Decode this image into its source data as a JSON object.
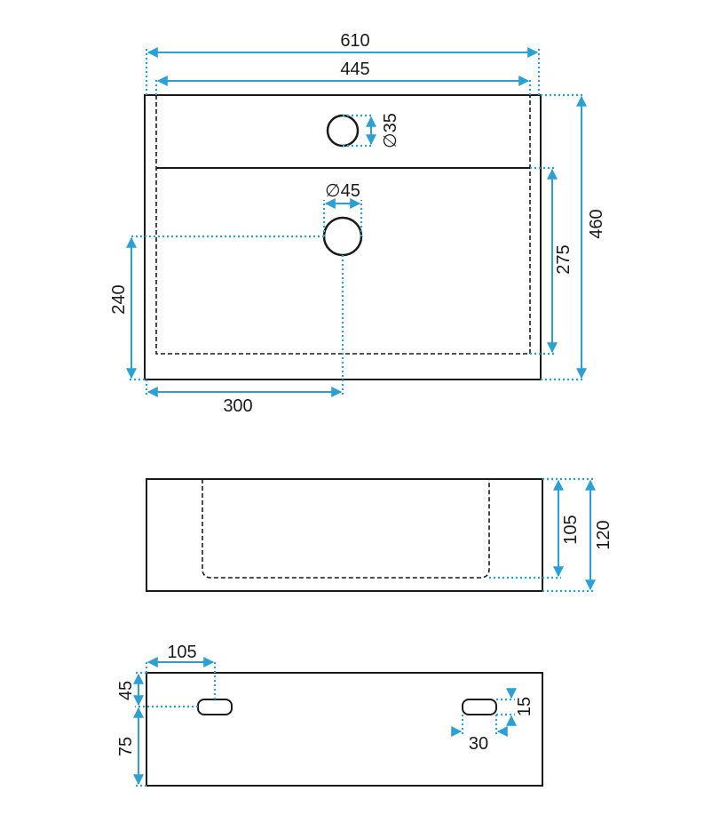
{
  "colors": {
    "dimension": "#2aa0d4",
    "outline": "#1a1a1a",
    "background": "#ffffff"
  },
  "top_view": {
    "overall_width": "610",
    "basin_width": "445",
    "overall_depth": "460",
    "basin_depth": "275",
    "tap_hole_diameter": "35",
    "drain_diameter": "45",
    "drain_from_back": "240",
    "drain_from_side": "300",
    "diameter_symbol": "∅"
  },
  "side_view": {
    "basin_height": "105",
    "overall_height": "120"
  },
  "back_view": {
    "slot_offset_horizontal": "105",
    "slot_offset_top": "45",
    "slot_offset_bottom": "75",
    "slot_height": "15",
    "slot_width": "30"
  }
}
